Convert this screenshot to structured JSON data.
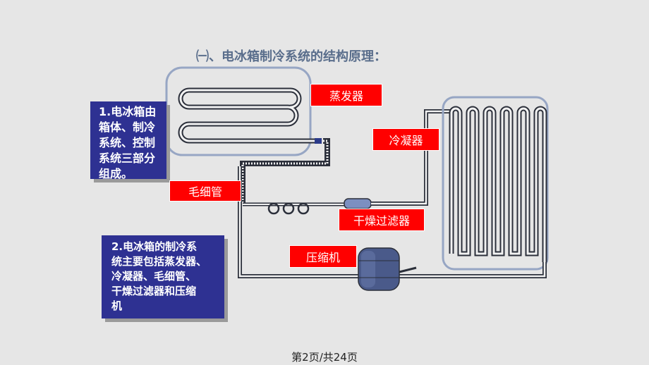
{
  "slide": {
    "title": "㈠、电冰箱制冷系统的结构原理：",
    "note1_lines": [
      "1.电冰箱由",
      "箱体、制冷",
      "系统、控制",
      "系统三部分",
      "组成。"
    ],
    "note2_lines": [
      "2.电冰箱的制冷系",
      "统主要包括蒸发器、",
      "冷凝器、毛细管、",
      "干燥过滤器和压缩",
      "机"
    ],
    "labels": {
      "evaporator": "蒸发器",
      "condenser": "冷凝器",
      "capillary": "毛细管",
      "filter_drier": "干燥过滤器",
      "compressor": "压缩机"
    },
    "footer": "第2页/共24页"
  },
  "colors": {
    "background": "#e6e6e6",
    "note_box": "#2e3192",
    "label_box": "#ff0000",
    "pipe": "#2b2f3a",
    "title": "#5a6e8c",
    "compressor": "#4a5a8a"
  }
}
